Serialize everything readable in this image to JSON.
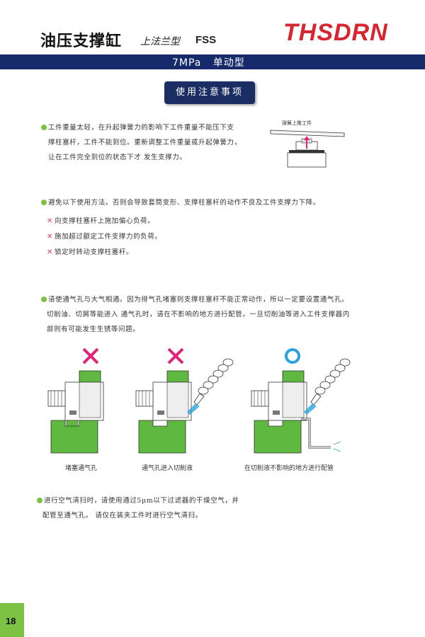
{
  "header": {
    "title": "油压支撑缸",
    "subtitle": "上法兰型",
    "code": "FSS",
    "brand": "THSDRN",
    "band": "7MPa   单动型"
  },
  "notice_title": "使用注意事项",
  "sections": {
    "s1": {
      "lines": [
        "工件重量太轻，在升起弹簧力的影响下工件重量不能压下支",
        "撑柱塞杆，工件不能到位。重新调整工件重量或升起弹簧力，",
        "让在工件完全到位的状态下才 发生支撑力。"
      ],
      "figure_label": "弹簧上推工件"
    },
    "s2": {
      "intro": "避免以下使用方法。否则会导致套筒变形、支撑柱塞杆的动作不良及工件支撑力下降。",
      "items": [
        "向支撑柱塞杆上施加偏心负荷。",
        "施加超过额定工件支撑力的负荷。",
        "锁定时转动支撑柱塞杆。"
      ]
    },
    "s3": {
      "lines": [
        "请使通气孔与大气相通。因为排气孔堵塞则支撑柱塞杆不能正常动作，所以一定要设置通气孔。",
        "切削油、切屑等能进入 通气孔时，请在不影响的地方进行配管。一旦切削油等进入工件支撑器内",
        "部则有可能发生生锈等问题。"
      ],
      "captions": [
        "堵塞通气孔",
        "通气孔进入切削液",
        "在切削液不影响的地方进行配管"
      ]
    },
    "s4": {
      "lines": [
        "进行空气清扫时，请使用通过5μm以下过滤器的干燥空气，并",
        "配管至通气孔。 请仅在装夹工件时进行空气清扫。"
      ]
    }
  },
  "page_number": "18",
  "colors": {
    "navy": "#162a6b",
    "green": "#7dc242",
    "block_green": "#5fb83f",
    "logo_red": "#d7262f",
    "mark_magenta": "#e0237a",
    "mark_blue": "#2aa3dc"
  }
}
